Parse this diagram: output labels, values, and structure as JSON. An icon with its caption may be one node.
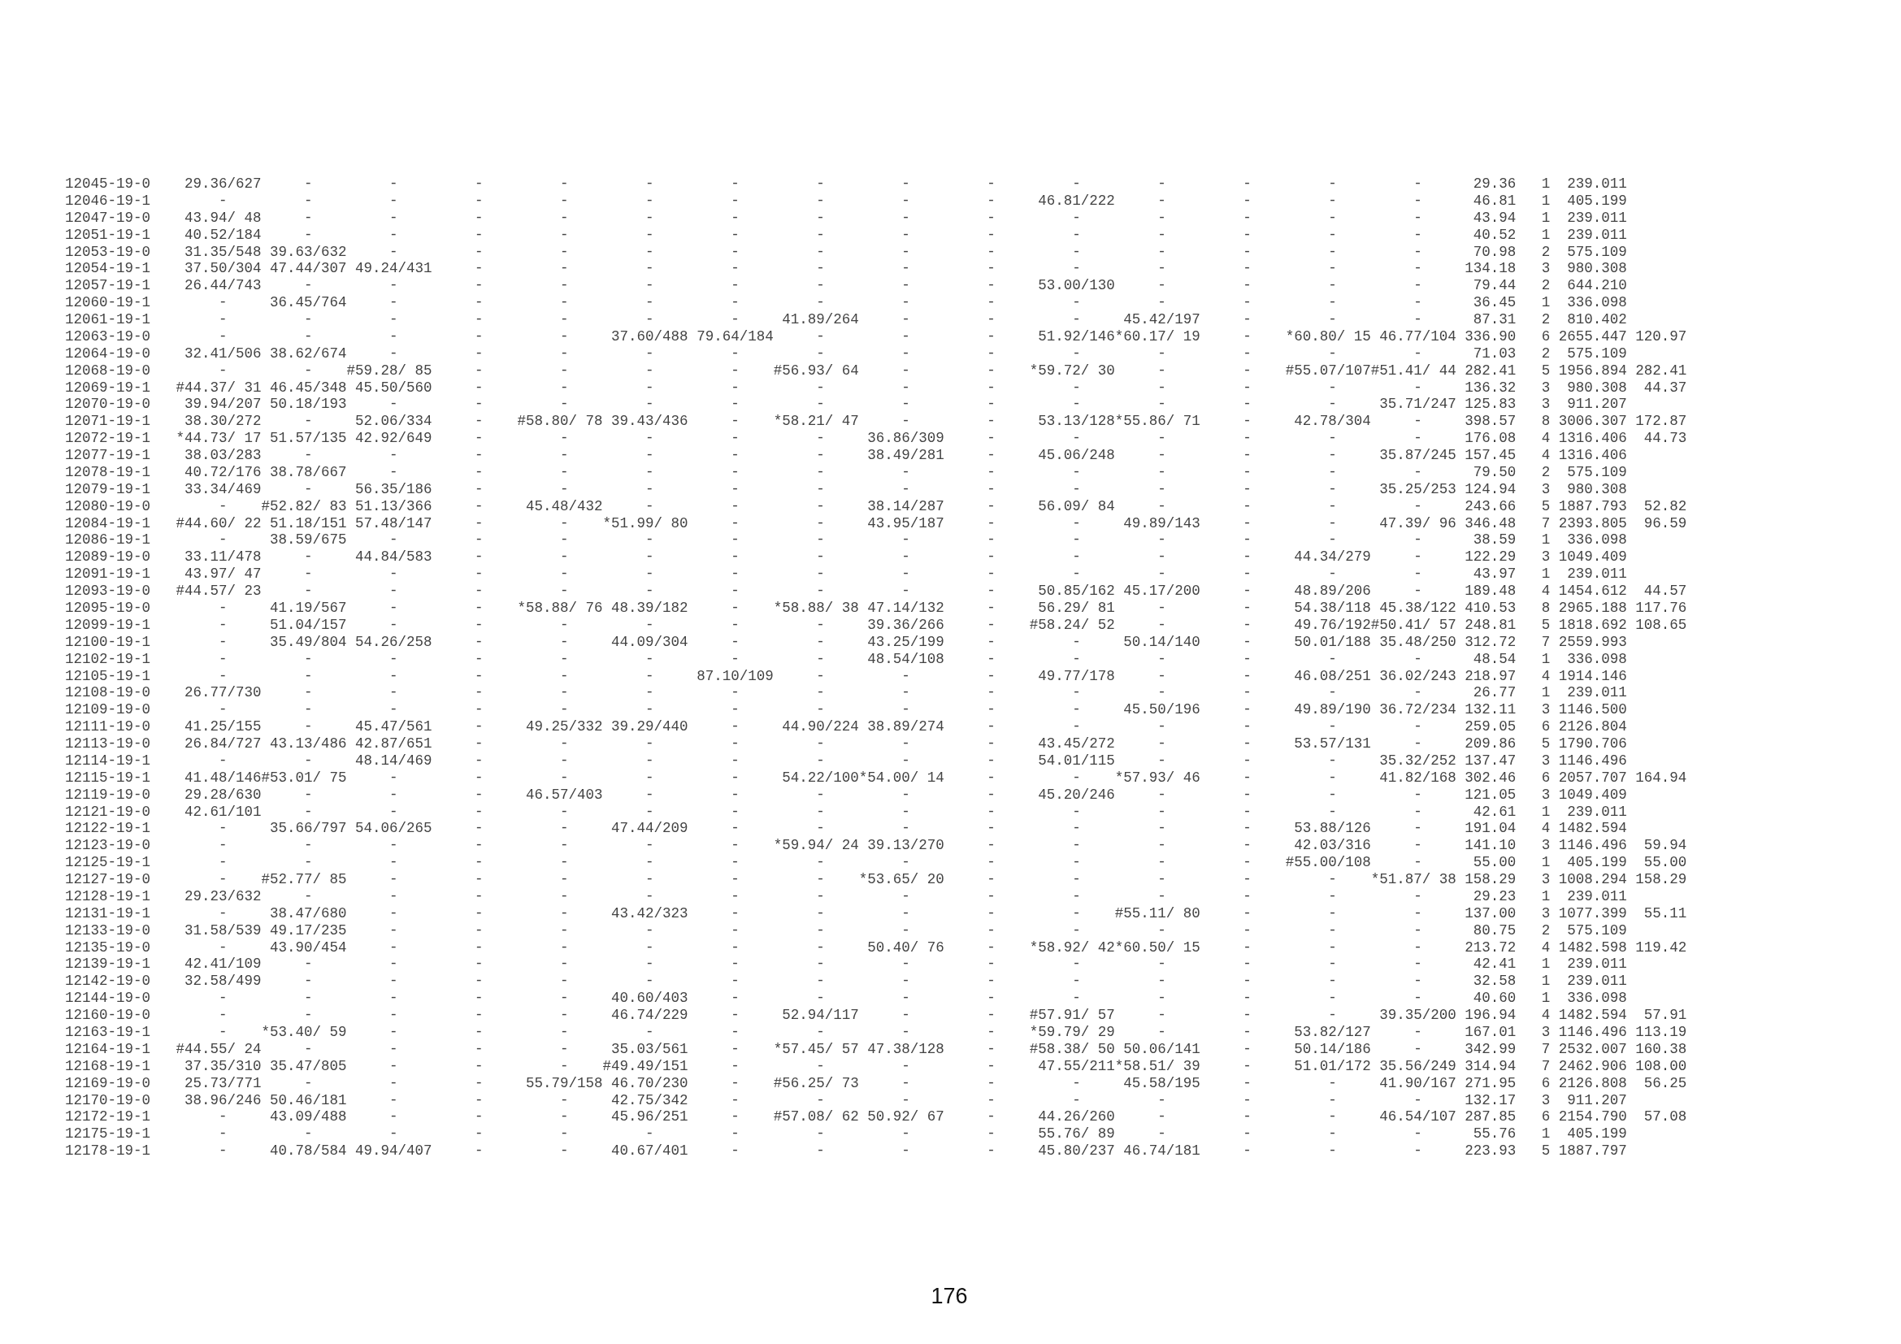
{
  "diagram": {
    "labels": [
      "12045-19-0    29.36/627     -         -         -         -         -         -         -         -         -         -         -         -         -         -      29.36   1  239.011",
      "12046-19-1        -         -         -         -         -         -         -         -         -         -     46.81/222     -         -         -         -      46.81   1  405.199",
      "12047-19-0    43.94/ 48     -         -         -         -         -         -         -         -         -         -         -         -         -         -      43.94   1  239.011",
      "12051-19-1    40.52/184     -         -         -         -         -         -         -         -         -         -         -         -         -         -      40.52   1  239.011",
      "12053-19-0    31.35/548 39.63/632     -         -         -         -         -         -         -         -         -         -         -         -         -      70.98   2  575.109",
      "12054-19-1    37.50/304 47.44/307 49.24/431     -         -         -         -         -         -         -         -         -         -         -         -     134.18   3  980.308",
      "12057-19-1    26.44/743     -         -         -         -         -         -         -         -         -     53.00/130     -         -         -         -      79.44   2  644.210",
      "12060-19-1        -     36.45/764     -         -         -         -         -         -         -         -         -         -         -         -         -      36.45   1  336.098",
      "12061-19-1        -         -         -         -         -         -         -     41.89/264     -         -         -     45.42/197     -         -         -      87.31   2  810.402",
      "12063-19-0        -         -         -         -         -     37.60/488 79.64/184     -         -         -     51.92/146*60.17/ 19     -    *60.80/ 15 46.77/104 336.90   6 2655.447 120.97",
      "12064-19-0    32.41/506 38.62/674     -         -         -         -         -         -         -         -         -         -         -         -         -      71.03   2  575.109",
      "12068-19-0        -         -    #59.28/ 85     -         -         -         -    #56.93/ 64     -         -    *59.72/ 30     -         -    #55.07/107#51.41/ 44 282.41   5 1956.894 282.41",
      "12069-19-1   #44.37/ 31 46.45/348 45.50/560     -         -         -         -         -         -         -         -         -         -         -         -     136.32   3  980.308  44.37",
      "12070-19-0    39.94/207 50.18/193     -         -         -         -         -         -         -         -         -         -         -         -     35.71/247 125.83   3  911.207",
      "12071-19-1    38.30/272     -     52.06/334     -    #58.80/ 78 39.43/436     -    *58.21/ 47     -         -     53.13/128*55.86/ 71     -     42.78/304     -     398.57   8 3006.307 172.87",
      "12072-19-1   *44.73/ 17 51.57/135 42.92/649     -         -         -         -         -     36.86/309     -         -         -         -         -         -     176.08   4 1316.406  44.73",
      "12077-19-1    38.03/283     -         -         -         -         -         -         -     38.49/281     -     45.06/248     -         -         -     35.87/245 157.45   4 1316.406",
      "12078-19-1    40.72/176 38.78/667     -         -         -         -         -         -         -         -         -         -         -         -         -      79.50   2  575.109",
      "12079-19-1    33.34/469     -     56.35/186     -         -         -         -         -         -         -         -         -         -         -     35.25/253 124.94   3  980.308",
      "12080-19-0        -    #52.82/ 83 51.13/366     -     45.48/432     -         -         -     38.14/287     -     56.09/ 84     -         -         -         -     243.66   5 1887.793  52.82",
      "12084-19-1   #44.60/ 22 51.18/151 57.48/147     -         -    *51.99/ 80     -         -     43.95/187     -         -     49.89/143     -         -     47.39/ 96 346.48   7 2393.805  96.59",
      "12086-19-1        -     38.59/675     -         -         -         -         -         -         -         -         -         -         -         -         -      38.59   1  336.098",
      "12089-19-0    33.11/478     -     44.84/583     -         -         -         -         -         -         -         -         -         -     44.34/279     -     122.29   3 1049.409",
      "12091-19-1    43.97/ 47     -         -         -         -         -         -         -         -         -         -         -         -         -         -      43.97   1  239.011",
      "12093-19-0   #44.57/ 23     -         -         -         -         -         -         -         -         -     50.85/162 45.17/200     -     48.89/206     -     189.48   4 1454.612  44.57",
      "12095-19-0        -     41.19/567     -         -    *58.88/ 76 48.39/182     -    *58.88/ 38 47.14/132     -     56.29/ 81     -         -     54.38/118 45.38/122 410.53   8 2965.188 117.76",
      "12099-19-1        -     51.04/157     -         -         -         -         -         -     39.36/266     -    #58.24/ 52     -         -     49.76/192#50.41/ 57 248.81   5 1818.692 108.65",
      "12100-19-1        -     35.49/804 54.26/258     -         -     44.09/304     -         -     43.25/199     -         -     50.14/140     -     50.01/188 35.48/250 312.72   7 2559.993",
      "12102-19-1        -         -         -         -         -         -         -         -     48.54/108     -         -         -         -         -         -      48.54   1  336.098",
      "12105-19-1        -         -         -         -         -         -     87.10/109     -         -         -     49.77/178     -         -     46.08/251 36.02/243 218.97   4 1914.146",
      "12108-19-0    26.77/730     -         -         -         -         -         -         -         -         -         -         -         -         -         -      26.77   1  239.011",
      "12109-19-0        -         -         -         -         -         -         -         -         -         -         -     45.50/196     -     49.89/190 36.72/234 132.11   3 1146.500",
      "12111-19-0    41.25/155     -     45.47/561     -     49.25/332 39.29/440     -     44.90/224 38.89/274     -         -         -         -         -         -     259.05   6 2126.804",
      "12113-19-0    26.84/727 43.13/486 42.87/651     -         -         -         -         -         -         -     43.45/272     -         -     53.57/131     -     209.86   5 1790.706",
      "12114-19-1        -         -     48.14/469     -         -         -         -         -         -         -     54.01/115     -         -         -     35.32/252 137.47   3 1146.496",
      "12115-19-1    41.48/146#53.01/ 75     -         -         -         -         -     54.22/100*54.00/ 14     -         -    *57.93/ 46     -         -     41.82/168 302.46   6 2057.707 164.94",
      "12119-19-0    29.28/630     -         -         -     46.57/403     -         -         -         -         -     45.20/246     -         -         -         -     121.05   3 1049.409",
      "12121-19-0    42.61/101     -         -         -         -         -         -         -         -         -         -         -         -         -         -      42.61   1  239.011",
      "12122-19-1        -     35.66/797 54.06/265     -         -     47.44/209     -         -         -         -         -         -         -     53.88/126     -     191.04   4 1482.594",
      "12123-19-0        -         -         -         -         -         -         -    *59.94/ 24 39.13/270     -         -         -         -     42.03/316     -     141.10   3 1146.496  59.94",
      "12125-19-1        -         -         -         -         -         -         -         -         -         -         -         -         -    #55.00/108     -      55.00   1  405.199  55.00",
      "12127-19-0        -    #52.77/ 85     -         -         -         -         -         -    *53.65/ 20     -         -         -         -         -    *51.87/ 38 158.29   3 1008.294 158.29",
      "12128-19-1    29.23/632     -         -         -         -         -         -         -         -         -         -         -         -         -         -      29.23   1  239.011",
      "12131-19-1        -     38.47/680     -         -         -     43.42/323     -         -         -         -         -    #55.11/ 80     -         -         -     137.00   3 1077.399  55.11",
      "12133-19-0    31.58/539 49.17/235     -         -         -         -         -         -         -         -         -         -         -         -         -      80.75   2  575.109",
      "12135-19-0        -     43.90/454     -         -         -         -         -         -     50.40/ 76     -    *58.92/ 42*60.50/ 15     -         -         -     213.72   4 1482.598 119.42",
      "12139-19-1    42.41/109     -         -         -         -         -         -         -         -         -         -         -         -         -         -      42.41   1  239.011",
      "12142-19-0    32.58/499     -         -         -         -         -         -         -         -         -         -         -         -         -         -      32.58   1  239.011",
      "12144-19-0        -         -         -         -         -     40.60/403     -         -         -         -         -         -         -         -         -      40.60   1  336.098",
      "12160-19-0        -         -         -         -         -     46.74/229     -     52.94/117     -         -    #57.91/ 57     -         -         -     39.35/200 196.94   4 1482.594  57.91",
      "12163-19-1        -    *53.40/ 59     -         -         -         -         -         -         -         -    *59.79/ 29     -         -     53.82/127     -     167.01   3 1146.496 113.19",
      "12164-19-1   #44.55/ 24     -         -         -         -     35.03/561     -    *57.45/ 57 47.38/128     -    #58.38/ 50 50.06/141     -     50.14/186     -     342.99   7 2532.007 160.38",
      "12168-19-1    37.35/310 35.47/805     -         -         -    #49.49/151     -         -         -         -     47.55/211*58.51/ 39     -     51.01/172 35.56/249 314.94   7 2462.906 108.00",
      "12169-19-0    25.73/771     -         -         -     55.79/158 46.70/230     -    #56.25/ 73     -         -         -     45.58/195     -         -     41.90/167 271.95   6 2126.808  56.25",
      "12170-19-0    38.96/246 50.46/181     -         -         -     42.75/342     -         -         -         -         -         -         -         -         -     132.17   3  911.207",
      "12172-19-1        -     43.09/488     -         -         -     45.96/251     -    #57.08/ 62 50.92/ 67     -     44.26/260     -         -         -     46.54/107 287.85   6 2154.790  57.08",
      "12175-19-1        -         -         -         -         -         -         -         -         -         -     55.76/ 89     -         -         -         -      55.76   1  405.199",
      "12178-19-1        -     40.78/584 49.94/407     -         -     40.67/401     -         -         -         -     45.80/237 46.74/181     -         -         -     223.93   5 1887.797",
      "176"
    ]
  }
}
